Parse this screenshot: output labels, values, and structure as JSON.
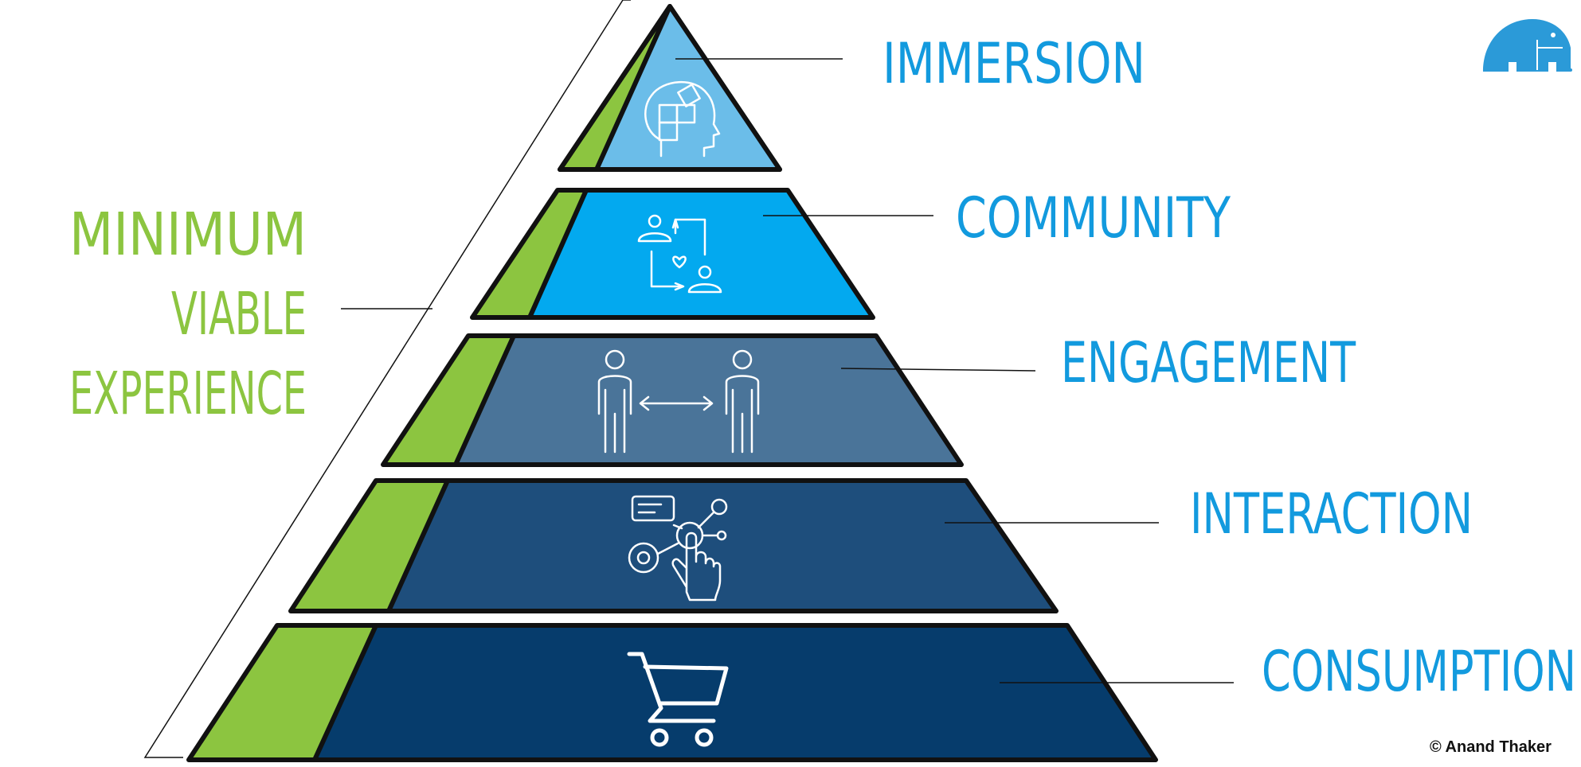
{
  "diagram": {
    "tiers": [
      {
        "id": "immersion",
        "label": "IMMERSION",
        "icon": "puzzle-head-icon",
        "color": "#6bbde9"
      },
      {
        "id": "community",
        "label": "COMMUNITY",
        "icon": "community-exchange-icon",
        "color": "#03a9ef"
      },
      {
        "id": "engagement",
        "label": "ENGAGEMENT",
        "icon": "people-exchange-icon",
        "color": "#4a7499"
      },
      {
        "id": "interaction",
        "label": "INTERACTION",
        "icon": "touch-network-icon",
        "color": "#1e4e7c"
      },
      {
        "id": "consumption",
        "label": "CONSUMPTION",
        "icon": "shopping-cart-icon",
        "color": "#063c6c"
      }
    ],
    "side_label": [
      "MINIMUM",
      "VIABLE",
      "EXPERIENCE"
    ],
    "colors": {
      "label_blue": "#129ade",
      "side_green": "#8cc540",
      "stripe_green": "#8cc540",
      "outline": "#111111"
    },
    "logo_icon": "elephant-logo-icon",
    "copyright": "© Anand Thaker"
  }
}
